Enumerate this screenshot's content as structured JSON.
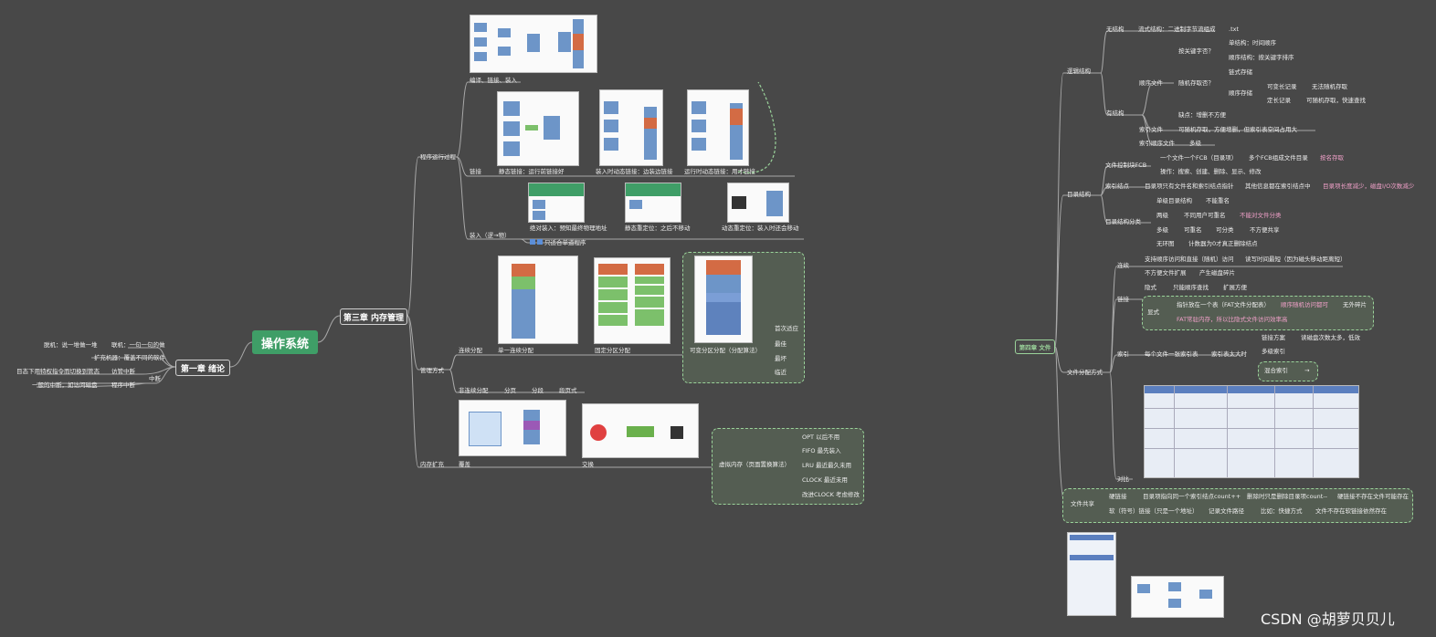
{
  "colors": {
    "background": "#484848",
    "root": "#3f9e67",
    "accent_green": "#9ad39a",
    "pink": "#f0a0c8",
    "line": "#a8a8a8"
  },
  "root": {
    "label": "操作系统"
  },
  "ch1": {
    "label": "第一章 绪论",
    "items": [
      "脱机：说一堆做一堆",
      "联机：一句一句的做",
      "扩充机器：覆盖不同的软件",
      "目态下用特权指令而切换到管态",
      "访管中断",
      "中断",
      "一般的中断，如访问磁盘",
      "程序中断"
    ]
  },
  "ch3": {
    "label": "第三章 内存管理",
    "process": {
      "label": "程序运行过程",
      "compile": "编译、链接、装入",
      "link": "链接",
      "load": "装入（逻→物）",
      "caps": [
        "静态链接：运行前链接好",
        "装入时动态链接：边装边链接",
        "运行时动态链接：用才链接",
        "绝对装入：预知最终物理地址",
        "静态重定位：之后不移动",
        "动态重定位：装入时还会移动"
      ],
      "single": "只适合单道程序"
    },
    "manage": {
      "label": "管理方式",
      "contig": "连续分配",
      "noncontig": "非连续分配",
      "single": "单一连续分配",
      "fixed": "固定分区分配",
      "variable": "可变分区分配（分配算法）",
      "algos": [
        "首次适应",
        "最佳",
        "最坏",
        "临近"
      ],
      "paging": "分页",
      "seg": "分段",
      "segpage": "段页式"
    },
    "expand": {
      "label": "内存扩充",
      "overlay": "覆盖",
      "swap": "交换",
      "virtual": "虚拟内存（页面置换算法）",
      "algos": [
        "OPT 以后不用",
        "FIFO 最先装入",
        "LRU 最近最久未用",
        "CLOCK 最近未用",
        "改进CLOCK 考虑修改"
      ]
    }
  },
  "ch4": {
    "label": "第四章 文件",
    "logical": {
      "label": "逻辑结构",
      "none": "无结构",
      "stream": "流式结构：二进制字节流组成",
      "txt": ".txt",
      "has": "有结构",
      "seqfile": "顺序文件",
      "keyed": "按关键字否？",
      "single": "单结构：时间顺序",
      "seqstruct": "顺序结构：按关键字排序",
      "random": "随机存取否？",
      "chain": "链式存储",
      "seqstore": "顺序存储",
      "fixlen": "可变长记录",
      "norand": "无法随机存取",
      "varlen": "定长记录",
      "randfast": "可随机存取，快速查找",
      "cons": "缺点：增删不方便",
      "idxfile": "索引文件",
      "idxdesc": "可随机存取，方便增删，但索引表空间占用大",
      "idxseq": "索引顺序文件",
      "multi": "多级"
    },
    "dir": {
      "label": "目录结构",
      "fcb": "文件控制块FCB",
      "fcb1": "一个文件一个FCB（目录项）",
      "fcb2": "多个FCB组成文件目录",
      "ordered": "按名存取",
      "ops": "操作：搜索、创建、删除、显示、修改",
      "inode": "索引结点",
      "inode1": "目录项只有文件名和索引结点指针",
      "inode2": "其他信息都在索引结点中",
      "inode3": "目录项长度减少，磁盘I/O次数减少",
      "cls": "目录结构分类",
      "l1": "单级目录结构",
      "l1a": "不能重名",
      "l2": "两级",
      "l2a": "不同用户可重名",
      "l2b": "不能对文件分类",
      "ml": "多级",
      "mla": "可重名",
      "mlb": "可分类",
      "mlc": "不方便共享",
      "acyc": "无环图",
      "acyca": "计数器为0才真正删除结点"
    },
    "alloc": {
      "label": "文件分配方式",
      "contig": "连续",
      "c1": "支持顺序访问和直接（随机）访问",
      "c2": "读写时间最短（因为磁头移动距离短）",
      "c3": "不方便文件扩展",
      "c4": "产生磁盘碎片",
      "linked": "链接",
      "implicit": "隐式",
      "i1": "只能顺序查找",
      "i2": "扩展方便",
      "explicit": "显式",
      "e1": "指针放在一个表（FAT文件分配表）",
      "e2": "顺序随机访问都可",
      "e3": "无外碎片",
      "e4": "FAT常驻内存，所以比隐式文件访问效率高",
      "index": "索引",
      "x1": "每个文件一张索引表",
      "x2": "索引表太大时",
      "x3": "链接方案",
      "x4": "读磁盘次数太多，低效",
      "x5": "多级索引",
      "x6": "混合索引",
      "arrow": "→",
      "compare": "对比"
    },
    "share": {
      "label": "文件共享",
      "hard": "硬链接",
      "h1": "目录项指向同一个索引结点count++",
      "h2": "删除时只是删除目录项count--",
      "h3": "硬链接不存在文件可能存在",
      "soft": "软（符号）链接（只是一个地址）",
      "s1": "记录文件路径",
      "s2": "比如：快捷方式",
      "s3": "文件不存在软链接依然存在"
    }
  },
  "watermark": "CSDN @胡萝贝贝儿"
}
